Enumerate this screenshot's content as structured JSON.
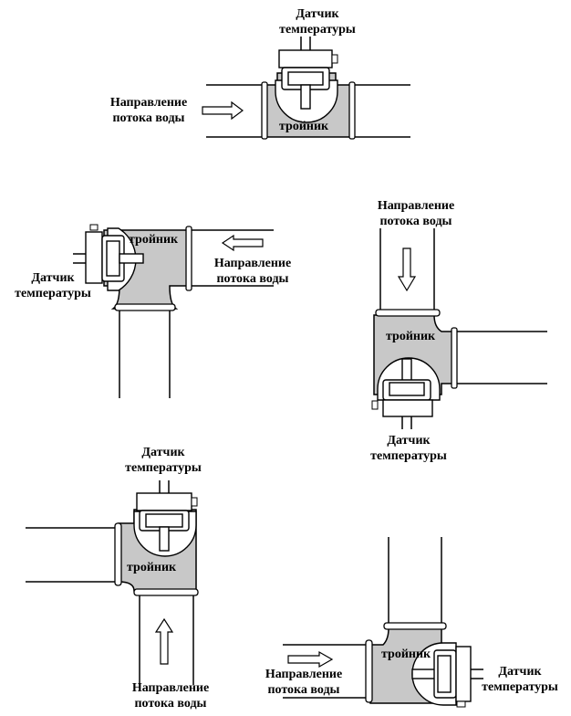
{
  "figures": [
    {
      "sensor_line1": "Датчик",
      "sensor_line2": "температуры",
      "flow_line1": "Направление",
      "flow_line2": "потока воды",
      "tee": "тройник"
    },
    {
      "sensor_line1": "Датчик",
      "sensor_line2": "температуры",
      "flow_line1": "Направление",
      "flow_line2": "потока воды",
      "tee": "тройник"
    },
    {
      "sensor_line1": "Датчик",
      "sensor_line2": "температуры",
      "flow_line1": "Направление",
      "flow_line2": "потока воды",
      "tee": "тройник"
    },
    {
      "sensor_line1": "Датчик",
      "sensor_line2": "температуры",
      "flow_line1": "Направление",
      "flow_line2": "потока воды",
      "tee": "тройник"
    },
    {
      "sensor_line1": "Датчик",
      "sensor_line2": "температуры",
      "flow_line1": "Направление",
      "flow_line2": "потока воды",
      "tee": "тройник"
    }
  ],
  "colors": {
    "tee_fill": "#c8c8c8",
    "line": "#000000",
    "background": "#ffffff"
  }
}
